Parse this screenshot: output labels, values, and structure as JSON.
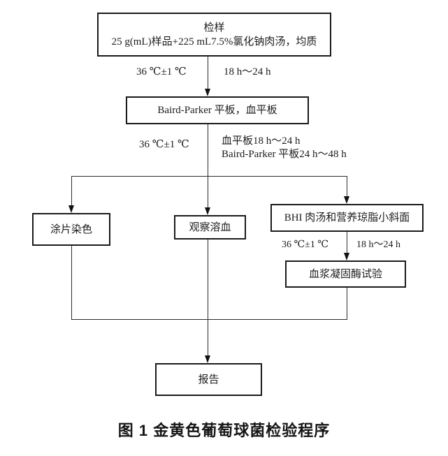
{
  "figure_caption": "图 1  金黄色葡萄球菌检验程序",
  "flowchart": {
    "nodes": {
      "sample": {
        "title": "检样",
        "detail": "25 g(mL)样品+225 mL7.5%氯化钠肉汤，均质"
      },
      "plates": {
        "label": "Baird-Parker 平板，血平板"
      },
      "smear": {
        "label": "涂片染色"
      },
      "hemolysis": {
        "label": "观察溶血"
      },
      "bhi": {
        "label": "BHI 肉汤和营养琼脂小斜面"
      },
      "coagulase": {
        "label": "血浆凝固酶试验"
      },
      "report": {
        "label": "报告"
      }
    },
    "edge_labels": {
      "step1": {
        "temp": "36 ℃±1 ℃",
        "time": "18 h～24 h"
      },
      "step2": {
        "temp": "36 ℃±1 ℃",
        "time_line1": "血平板18 h～24 h",
        "time_line2": "Baird-Parker 平板24 h～48 h"
      },
      "step3": {
        "temp": "36 ℃±1 ℃",
        "time": "18 h～24 h"
      }
    },
    "line_color": "#2b2b2b",
    "border_color": "#1a1a1a",
    "background_color": "#ffffff"
  }
}
